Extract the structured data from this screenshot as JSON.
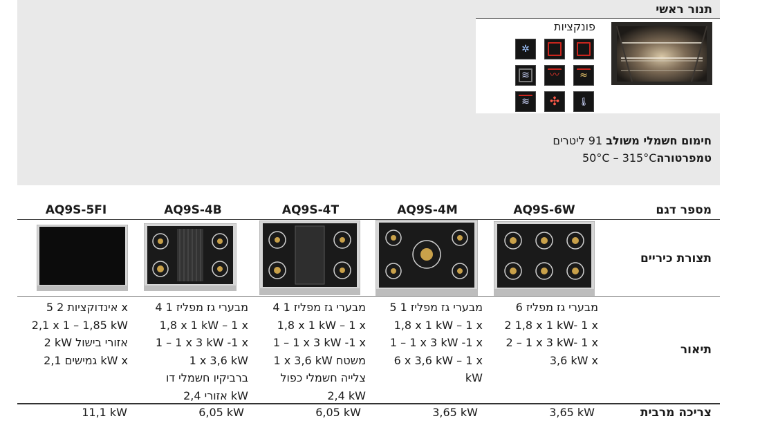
{
  "oven": {
    "title": "תנור ראשי",
    "functions_label": "פונקציות",
    "functions": [
      {
        "icon": "defrost-icon",
        "glyph": "✲"
      },
      {
        "icon": "top-element-icon",
        "glyph": ""
      },
      {
        "icon": "conventional-icon",
        "glyph": ""
      },
      {
        "icon": "fan-assisted-icon",
        "glyph": "≋"
      },
      {
        "icon": "grill-icon",
        "glyph": "〰"
      },
      {
        "icon": "fan-grill-icon",
        "glyph": "≈"
      },
      {
        "icon": "eco-icon",
        "glyph": "≋"
      },
      {
        "icon": "fan-icon",
        "glyph": "✣"
      },
      {
        "icon": "fast-preheat-icon",
        "glyph": "🌡"
      }
    ],
    "spec_heating_bold": "חימום חשמלי משולב",
    "spec_heating_rest": " 91 ליטרים",
    "spec_temp_bold": "טמפרטורה",
    "spec_temp_rest": " 50°C – 315°C"
  },
  "table": {
    "label_model": "מספר דגם",
    "label_cooktop": "תצורת כיריים",
    "label_description": "תיאור",
    "label_consumption": "צריכה מרבית",
    "columns": [
      {
        "model": "AQ9S-6W",
        "cooktop_type": "six-burner",
        "description": [
          "6 מבערי גז מפליז",
          "2  1,8 x 1 kW- 1 x",
          "2 – 1 x 3 kW- 1 x",
          "3,6 kW x"
        ],
        "consumption": "3,65 kW"
      },
      {
        "model": "AQ9S-4M",
        "cooktop_type": "four-burner-wok",
        "description": [
          "5 מבערי גז מפליז 1",
          "1,8 x 1 kW – 1 x",
          "1 – 1 x 3 kW -1 x",
          "6 x 3,6 kW – 1 x",
          "kW"
        ],
        "consumption": "3,65 kW"
      },
      {
        "model": "AQ9S-4T",
        "cooktop_type": "four-burner-griddle",
        "description": [
          "4 מבערי גז מפליז 1",
          "1,8 x 1 kW – 1 x",
          "1 – 1 x 3 kW -1 x",
          "1 x 3,6 kW משטח",
          "צלייה חשמלי כפול",
          "2,4 kW"
        ],
        "consumption": "6,05 kW"
      },
      {
        "model": "AQ9S-4B",
        "cooktop_type": "four-burner-grill",
        "description": [
          "4 מבערי גז מפליז 1",
          "1,8 x 1 kW – 1 x",
          "1 – 1 x 3 kW -1 x",
          "1 x 3,6 kW",
          "ברביקיו חשמלי דו",
          "אזורי 2,4 kW"
        ],
        "consumption": "6,05 kW"
      },
      {
        "model": "AQ9S-5FI",
        "cooktop_type": "induction",
        "description": [
          "5 אינדוקציות 2  x",
          "2,1 x 1 – 1,85 kW",
          "2 kW אזורי בישול",
          "גמישים 2,1 kW x"
        ],
        "consumption": "11,1 kW"
      }
    ]
  }
}
